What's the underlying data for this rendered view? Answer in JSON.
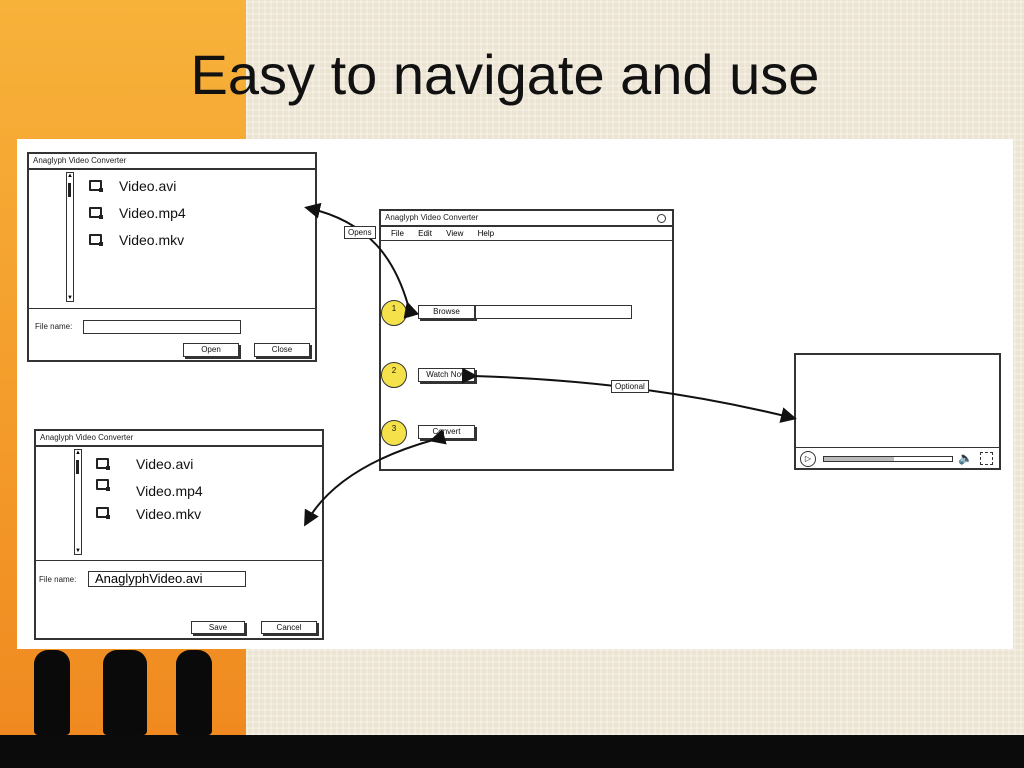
{
  "slide": {
    "title": "Easy to navigate and use"
  },
  "open_dialog": {
    "title": "Anaglyph Video Converter",
    "files": [
      "Video.avi",
      "Video.mp4",
      "Video.mkv"
    ],
    "file_name_label": "File name:",
    "file_name_value": "",
    "open_label": "Open",
    "close_label": "Close"
  },
  "save_dialog": {
    "title": "Anaglyph Video Converter",
    "files": [
      "Video.avi",
      "Video.mp4",
      "Video.mkv"
    ],
    "file_name_label": "File name:",
    "file_name_value": "AnaglyphVideo.avi",
    "save_label": "Save",
    "cancel_label": "Cancel"
  },
  "main_window": {
    "title": "Anaglyph Video Converter",
    "menu": [
      "File",
      "Edit",
      "View",
      "Help"
    ],
    "steps": [
      {
        "number": "1",
        "label": "Browse"
      },
      {
        "number": "2",
        "label": "Watch Now"
      },
      {
        "number": "3",
        "label": "Convert"
      }
    ]
  },
  "annotations": {
    "opens": "Opens",
    "optional": "Optional"
  },
  "colors": {
    "accent_orange": "#f39a2a",
    "step_circle": "#f5e24a"
  }
}
